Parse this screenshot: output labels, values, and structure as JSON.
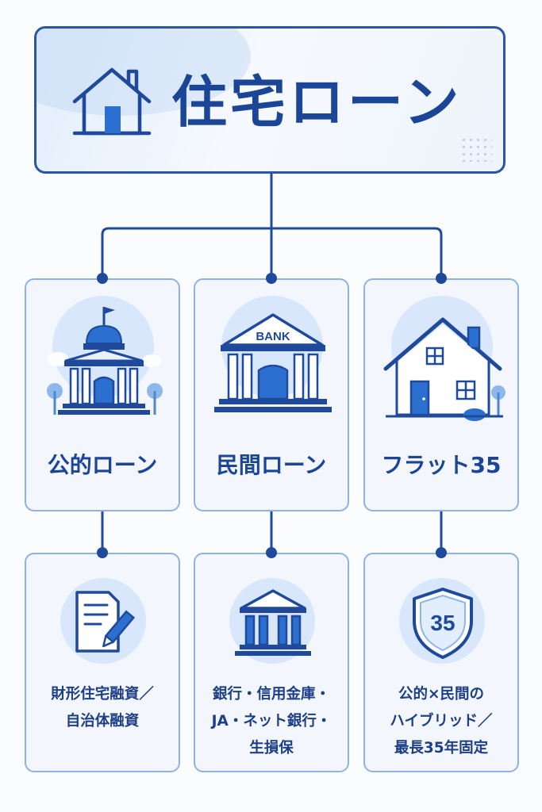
{
  "title": "住宅ローン",
  "colors": {
    "primary": "#1b4597",
    "line": "#2a56a8",
    "card_border": "#8fb2e6",
    "card_fill": "#f3f7fd",
    "icon_circle": "#d8e7fb"
  },
  "categories": [
    {
      "name": "公的ローン",
      "icon": "government-building-icon",
      "lines": [
        "財形住宅融資／",
        "自治体融資"
      ],
      "detail_icon": "document-pen-icon"
    },
    {
      "name": "民間ローン",
      "icon": "bank-building-icon",
      "icon_label": "BANK",
      "lines": [
        "銀行・信用金庫・",
        "JA・ネット銀行・",
        "生損保"
      ],
      "detail_icon": "bank-pillars-icon"
    },
    {
      "name": "フラット35",
      "icon": "house-icon",
      "lines": [
        "公的×民間の",
        "ハイブリッド／",
        "最長35年固定"
      ],
      "detail_icon": "shield-icon",
      "badge": "35"
    }
  ]
}
